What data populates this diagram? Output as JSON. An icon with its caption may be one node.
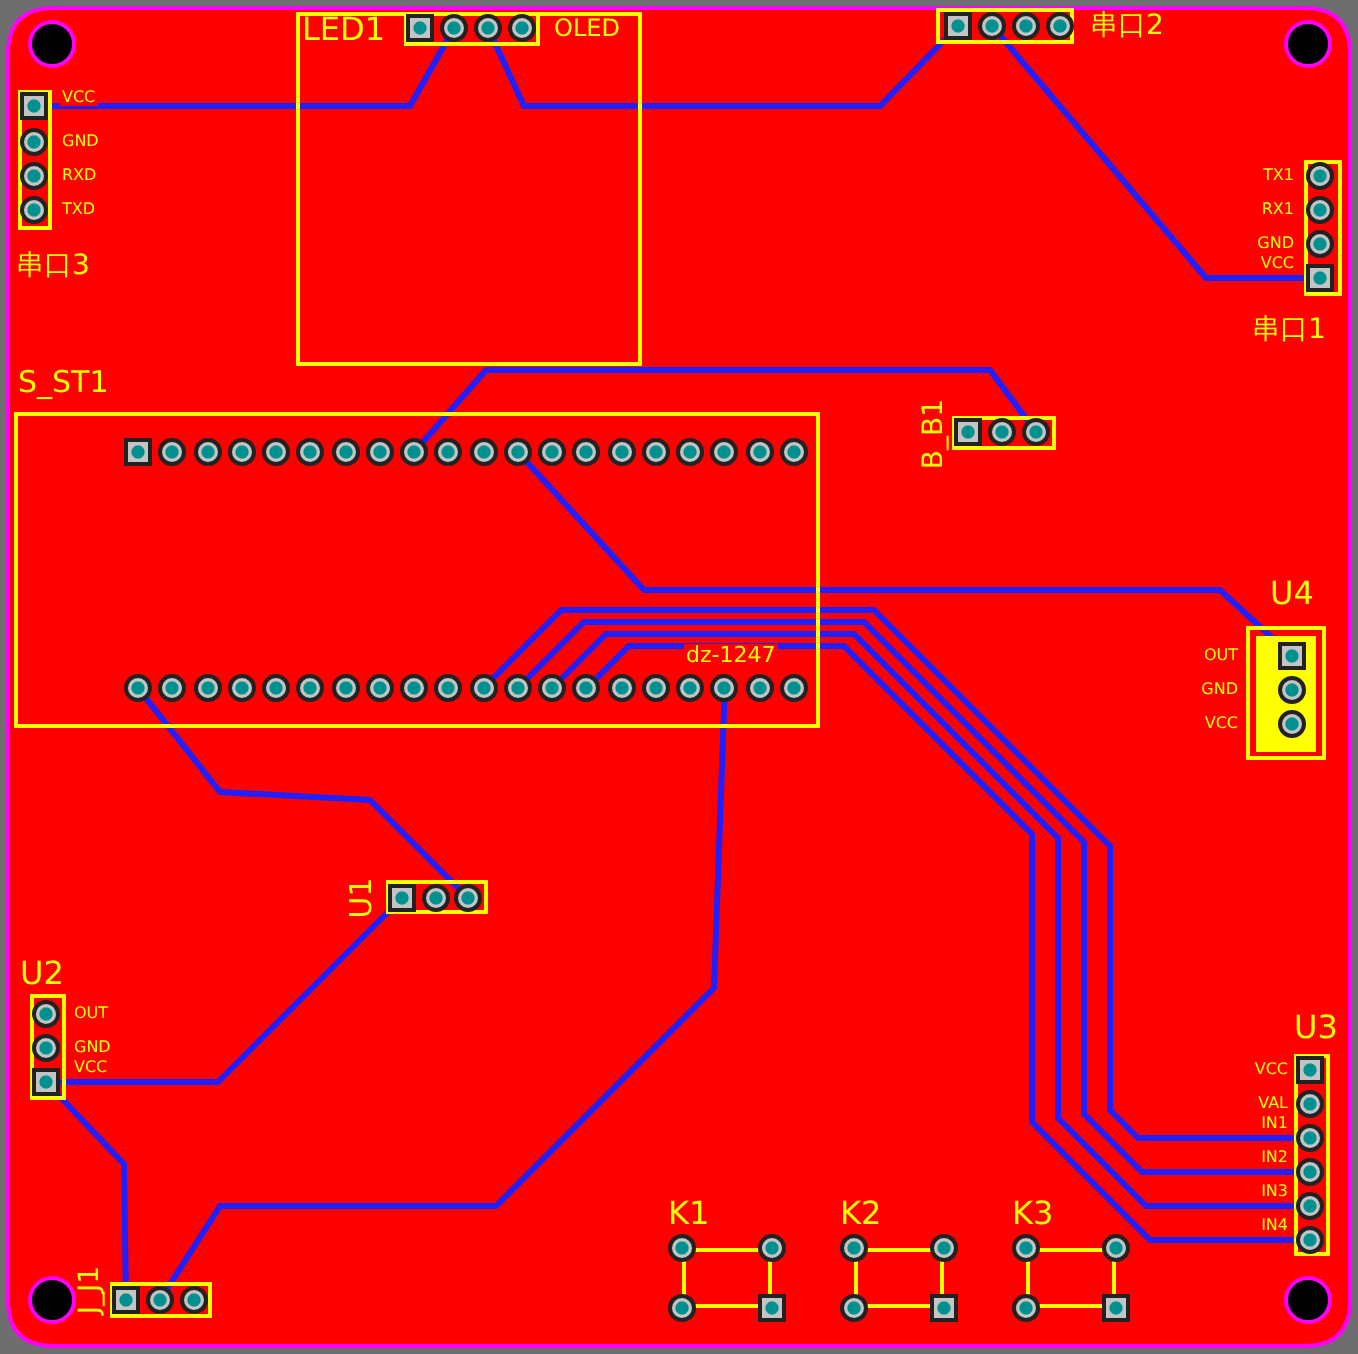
{
  "diagram": {
    "nodes": [
      {
        "text": [
          "LED1",
          "OLED"
        ]
      },
      {
        "text": [
          "VCC",
          "GND",
          "RXD",
          "TXD",
          "串口3"
        ]
      },
      {
        "text": [
          "串口2"
        ]
      },
      {
        "text": [
          "TX1",
          "RX1",
          "GND",
          "VCC",
          "串口1"
        ]
      },
      {
        "text": [
          "S_ST1",
          "dz-1247"
        ]
      },
      {
        "text": [
          "B_B1"
        ]
      },
      {
        "text": [
          "U4",
          "OUT",
          "GND",
          "VCC"
        ]
      },
      {
        "text": [
          "U1"
        ]
      },
      {
        "text": [
          "U2",
          "OUT",
          "GND",
          "VCC"
        ]
      },
      {
        "text": [
          "U3",
          "VCC",
          "VAL",
          "IN1",
          "IN2",
          "IN3",
          "IN4"
        ]
      },
      {
        "text": [
          "J_J1"
        ]
      },
      {
        "text": [
          "K1"
        ]
      },
      {
        "text": [
          "K2"
        ]
      },
      {
        "text": [
          "K3"
        ]
      }
    ],
    "edges": [
      {
        "from": 0,
        "to": 1,
        "arrow": "none"
      },
      {
        "from": 0,
        "to": 2,
        "arrow": "none"
      },
      {
        "from": 2,
        "to": 3,
        "arrow": "none"
      },
      {
        "from": 4,
        "to": 5,
        "arrow": "none"
      },
      {
        "from": 4,
        "to": 6,
        "arrow": "none"
      },
      {
        "from": 4,
        "to": 9,
        "arrow": "none"
      },
      {
        "from": 4,
        "to": 9,
        "arrow": "none"
      },
      {
        "from": 4,
        "to": 9,
        "arrow": "none"
      },
      {
        "from": 4,
        "to": 9,
        "arrow": "none"
      },
      {
        "from": 4,
        "to": 7,
        "arrow": "none"
      },
      {
        "from": 7,
        "to": 8,
        "arrow": "none"
      },
      {
        "from": 8,
        "to": 10,
        "arrow": "none"
      },
      {
        "from": 10,
        "to": 4,
        "arrow": "none"
      }
    ]
  }
}
